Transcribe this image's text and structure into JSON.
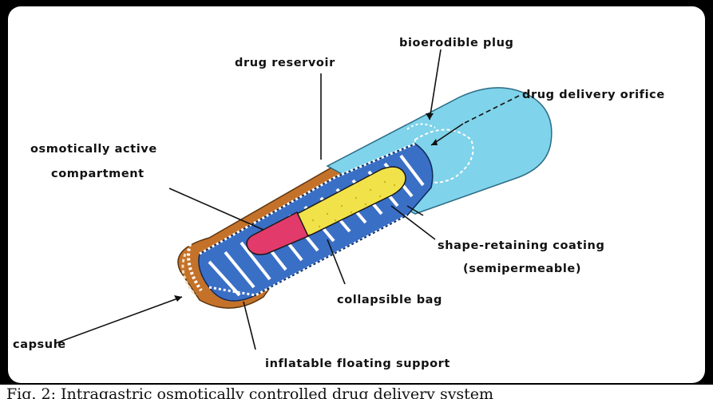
{
  "labels": {
    "bioerodible_plug": "bioerodible plug",
    "drug_reservoir": "drug reservoir",
    "drug_delivery_orifice": "drug delivery orifice",
    "osmotically_active_line1": "osmotically active",
    "osmotically_active_line2": "compartment",
    "shape_retaining_line1": "shape-retaining coating",
    "shape_retaining_line2": "(semipermeable)",
    "collapsible_bag": "collapsible bag",
    "capsule": "capsule",
    "inflatable_floating_support": "inflatable floating support"
  },
  "caption": "Fig. 2: Intragastric osmotically controlled drug delivery system",
  "colors": {
    "capsule_body": "#c4722a",
    "capsule_cap": "#7fd3ea",
    "coating_blue": "#3a6fc6",
    "drug_reservoir": "#f2e24a",
    "osmotic_compartment": "#e23a6a"
  }
}
